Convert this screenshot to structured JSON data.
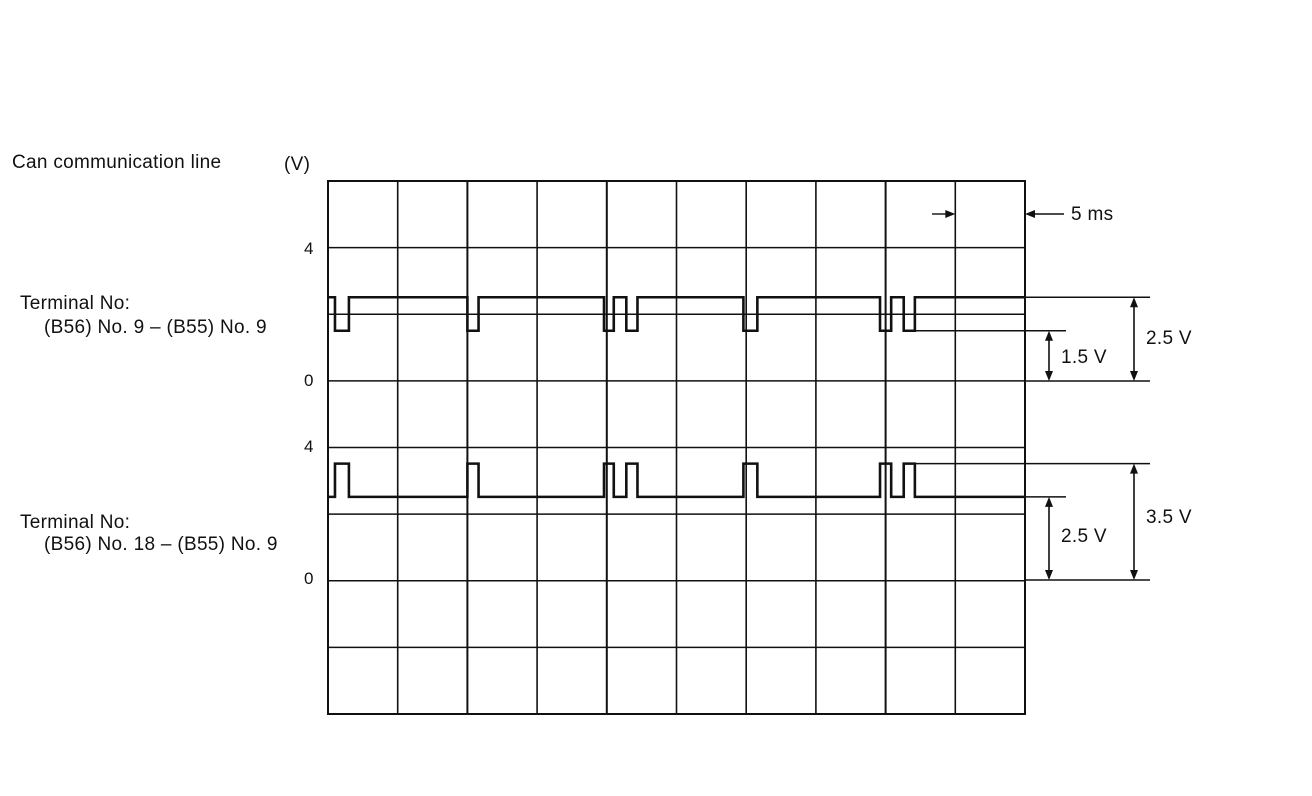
{
  "header": {
    "signal_label": "Can communication line",
    "unit": "(V)"
  },
  "channel_1": {
    "terminal_label": "Terminal No:",
    "terminal_pair": "(B56) No. 9 – (B55) No. 9",
    "scale_top": "4",
    "scale_zero": "0",
    "low_level_label": "1.5 V",
    "high_level_label": "2.5 V",
    "high_v": 2.5,
    "low_v": 1.5
  },
  "channel_2": {
    "terminal_label": "Terminal No:",
    "terminal_pair": "(B56) No. 18 – (B55) No. 9",
    "scale_top": "4",
    "scale_zero": "0",
    "low_level_label": "2.5 V",
    "high_level_label": "3.5 V",
    "high_v": 3.5,
    "low_v": 2.5
  },
  "time_division": "5 ms",
  "pulse_groups_ms": [
    [
      [
        0.5,
        1.5
      ]
    ],
    [
      [
        10,
        10.8
      ]
    ],
    [
      [
        19.8,
        20.5
      ],
      [
        21.4,
        22.2
      ]
    ],
    [
      [
        29.8,
        30.8
      ]
    ],
    [
      [
        39.6,
        40.4
      ],
      [
        41.3,
        42.1
      ]
    ]
  ],
  "colors": {
    "trace": "#111111",
    "grid": "#111111",
    "background": "#ffffff"
  }
}
